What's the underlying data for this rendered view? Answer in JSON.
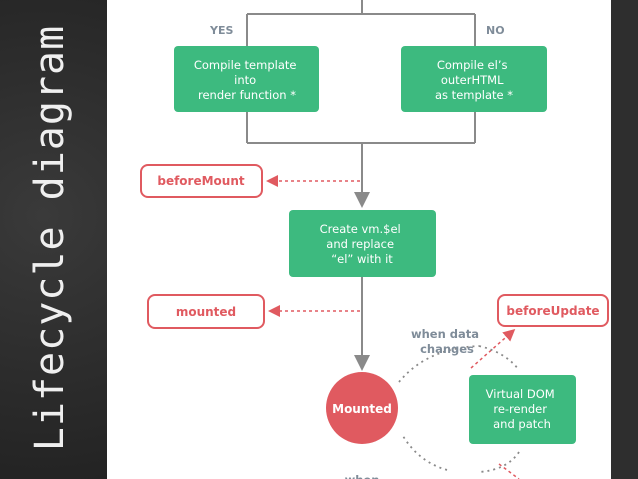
{
  "side_title": "Lifecycle diagram",
  "branch": {
    "yes": "YES",
    "no": "NO"
  },
  "nodes": {
    "compile_template": [
      "Compile template",
      "into",
      "render function *"
    ],
    "compile_el": [
      "Compile el’s",
      "outerHTML",
      "as template *"
    ],
    "before_mount": "beforeMount",
    "create_el": [
      "Create vm.$el",
      "and replace",
      "“el” with it"
    ],
    "mounted_hook": "mounted",
    "before_update": "beforeUpdate",
    "mounted_state": "Mounted",
    "virtual_dom": [
      "Virtual DOM",
      "re-render",
      "and patch"
    ]
  },
  "labels": {
    "when_data_changes": [
      "when data",
      "changes"
    ],
    "when_partial": "when"
  },
  "colors": {
    "green": "#3dba7f",
    "red": "#e05a60",
    "gray": "#8a8a8a",
    "label_gray": "#7f8c99"
  }
}
